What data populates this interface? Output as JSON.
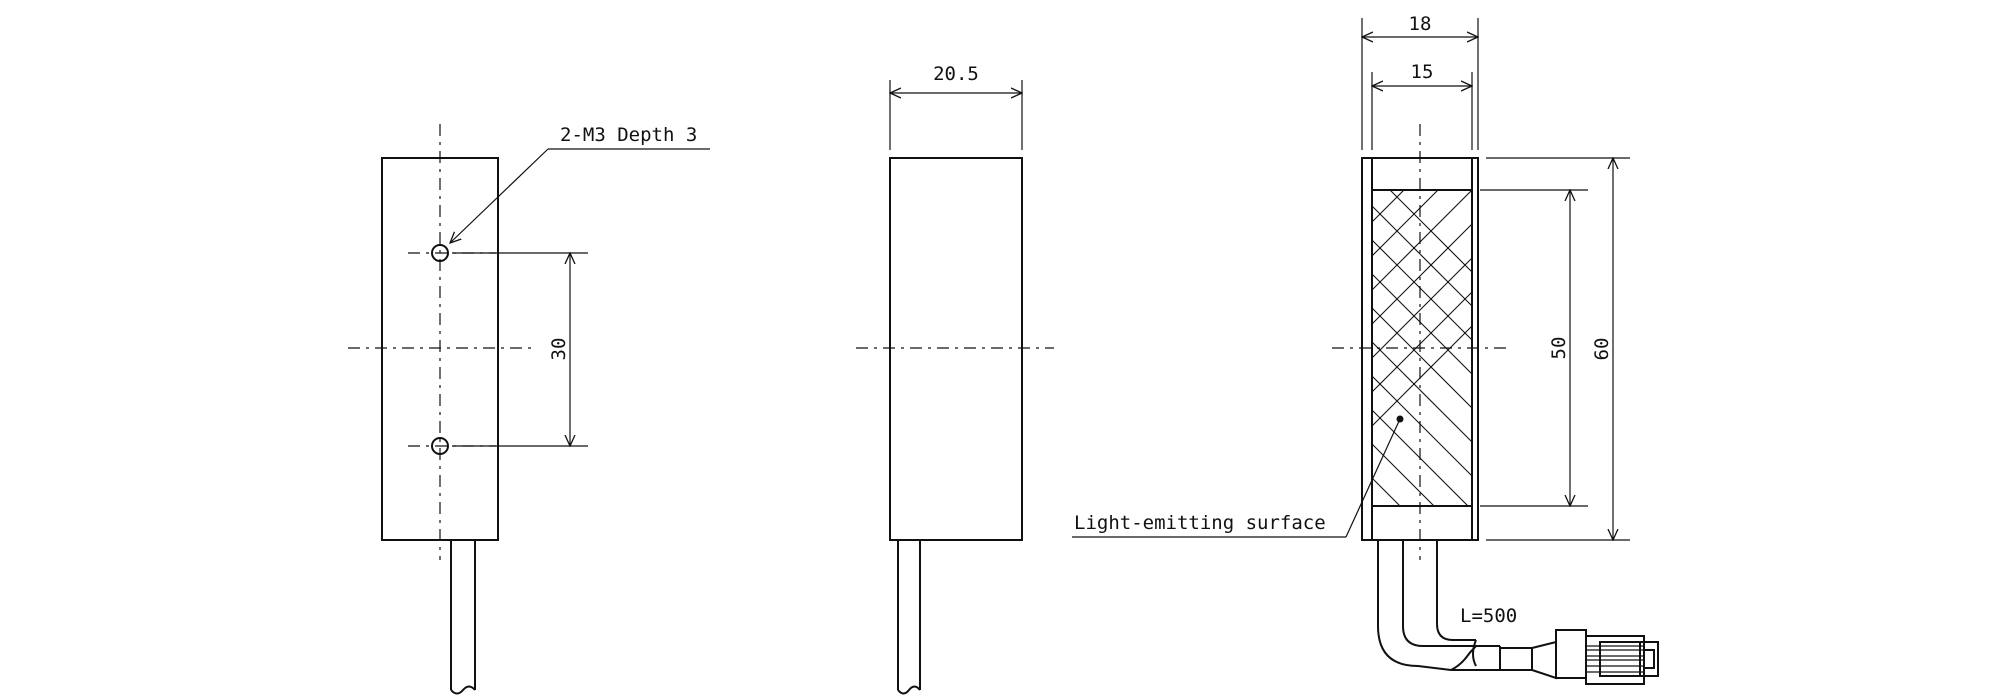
{
  "views": {
    "front": {
      "hole_note": "2-M3 Depth 3",
      "hole_spacing": "30"
    },
    "side": {
      "width": "20.5"
    },
    "rear": {
      "outer_width": "18",
      "inner_width": "15",
      "emitting_height": "50",
      "overall_height": "60",
      "surface_label": "Light-emitting surface",
      "cable_length": "L=500"
    }
  }
}
